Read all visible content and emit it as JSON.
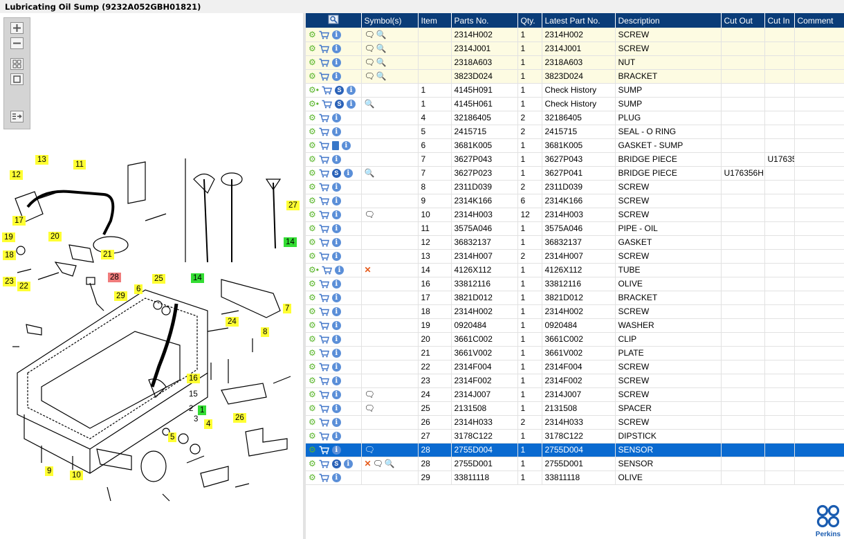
{
  "title": "Lubricating Oil Sump (9232A052GBH01821)",
  "columns": [
    "",
    "Symbol(s)",
    "Item",
    "Parts No.",
    "Qty.",
    "Latest Part No.",
    "Description",
    "Cut Out",
    "Cut In",
    "Comment"
  ],
  "rows": [
    {
      "item": "",
      "part": "2314H002",
      "qty": "1",
      "latest": "2314H002",
      "desc": "SCREW",
      "cutout": "",
      "cutin": "",
      "comment": ""
    },
    {
      "item": "",
      "part": "2314J001",
      "qty": "1",
      "latest": "2314J001",
      "desc": "SCREW",
      "cutout": "",
      "cutin": "",
      "comment": ""
    },
    {
      "item": "",
      "part": "2318A603",
      "qty": "1",
      "latest": "2318A603",
      "desc": "NUT",
      "cutout": "",
      "cutin": "",
      "comment": ""
    },
    {
      "item": "",
      "part": "3823D024",
      "qty": "1",
      "latest": "3823D024",
      "desc": "BRACKET",
      "cutout": "",
      "cutin": "",
      "comment": ""
    },
    {
      "item": "1",
      "part": "4145H091",
      "qty": "1",
      "latest": "Check History",
      "desc": "SUMP",
      "cutout": "",
      "cutin": "",
      "comment": ""
    },
    {
      "item": "1",
      "part": "4145H061",
      "qty": "1",
      "latest": "Check History",
      "desc": "SUMP",
      "cutout": "",
      "cutin": "",
      "comment": ""
    },
    {
      "item": "4",
      "part": "32186405",
      "qty": "2",
      "latest": "32186405",
      "desc": "PLUG",
      "cutout": "",
      "cutin": "",
      "comment": ""
    },
    {
      "item": "5",
      "part": "2415715",
      "qty": "2",
      "latest": "2415715",
      "desc": "SEAL - O RING",
      "cutout": "",
      "cutin": "",
      "comment": ""
    },
    {
      "item": "6",
      "part": "3681K005",
      "qty": "1",
      "latest": "3681K005",
      "desc": "GASKET - SUMP",
      "cutout": "",
      "cutin": "",
      "comment": ""
    },
    {
      "item": "7",
      "part": "3627P043",
      "qty": "1",
      "latest": "3627P043",
      "desc": "BRIDGE PIECE",
      "cutout": "",
      "cutin": "U17635",
      "comment": ""
    },
    {
      "item": "7",
      "part": "3627P023",
      "qty": "1",
      "latest": "3627P041",
      "desc": "BRIDGE PIECE",
      "cutout": "U176356H",
      "cutin": "",
      "comment": ""
    },
    {
      "item": "8",
      "part": "2311D039",
      "qty": "2",
      "latest": "2311D039",
      "desc": "SCREW",
      "cutout": "",
      "cutin": "",
      "comment": ""
    },
    {
      "item": "9",
      "part": "2314K166",
      "qty": "6",
      "latest": "2314K166",
      "desc": "SCREW",
      "cutout": "",
      "cutin": "",
      "comment": ""
    },
    {
      "item": "10",
      "part": "2314H003",
      "qty": "12",
      "latest": "2314H003",
      "desc": "SCREW",
      "cutout": "",
      "cutin": "",
      "comment": ""
    },
    {
      "item": "11",
      "part": "3575A046",
      "qty": "1",
      "latest": "3575A046",
      "desc": "PIPE - OIL",
      "cutout": "",
      "cutin": "",
      "comment": ""
    },
    {
      "item": "12",
      "part": "36832137",
      "qty": "1",
      "latest": "36832137",
      "desc": "GASKET",
      "cutout": "",
      "cutin": "",
      "comment": ""
    },
    {
      "item": "13",
      "part": "2314H007",
      "qty": "2",
      "latest": "2314H007",
      "desc": "SCREW",
      "cutout": "",
      "cutin": "",
      "comment": ""
    },
    {
      "item": "14",
      "part": "4126X112",
      "qty": "1",
      "latest": "4126X112",
      "desc": "TUBE",
      "cutout": "",
      "cutin": "",
      "comment": ""
    },
    {
      "item": "16",
      "part": "33812116",
      "qty": "1",
      "latest": "33812116",
      "desc": "OLIVE",
      "cutout": "",
      "cutin": "",
      "comment": ""
    },
    {
      "item": "17",
      "part": "3821D012",
      "qty": "1",
      "latest": "3821D012",
      "desc": "BRACKET",
      "cutout": "",
      "cutin": "",
      "comment": ""
    },
    {
      "item": "18",
      "part": "2314H002",
      "qty": "1",
      "latest": "2314H002",
      "desc": "SCREW",
      "cutout": "",
      "cutin": "",
      "comment": ""
    },
    {
      "item": "19",
      "part": "0920484",
      "qty": "1",
      "latest": "0920484",
      "desc": "WASHER",
      "cutout": "",
      "cutin": "",
      "comment": ""
    },
    {
      "item": "20",
      "part": "3661C002",
      "qty": "1",
      "latest": "3661C002",
      "desc": "CLIP",
      "cutout": "",
      "cutin": "",
      "comment": ""
    },
    {
      "item": "21",
      "part": "3661V002",
      "qty": "1",
      "latest": "3661V002",
      "desc": "PLATE",
      "cutout": "",
      "cutin": "",
      "comment": ""
    },
    {
      "item": "22",
      "part": "2314F004",
      "qty": "1",
      "latest": "2314F004",
      "desc": "SCREW",
      "cutout": "",
      "cutin": "",
      "comment": ""
    },
    {
      "item": "23",
      "part": "2314F002",
      "qty": "1",
      "latest": "2314F002",
      "desc": "SCREW",
      "cutout": "",
      "cutin": "",
      "comment": ""
    },
    {
      "item": "24",
      "part": "2314J007",
      "qty": "1",
      "latest": "2314J007",
      "desc": "SCREW",
      "cutout": "",
      "cutin": "",
      "comment": ""
    },
    {
      "item": "25",
      "part": "2131508",
      "qty": "1",
      "latest": "2131508",
      "desc": "SPACER",
      "cutout": "",
      "cutin": "",
      "comment": ""
    },
    {
      "item": "26",
      "part": "2314H033",
      "qty": "2",
      "latest": "2314H033",
      "desc": "SCREW",
      "cutout": "",
      "cutin": "",
      "comment": ""
    },
    {
      "item": "27",
      "part": "3178C122",
      "qty": "1",
      "latest": "3178C122",
      "desc": "DIPSTICK",
      "cutout": "",
      "cutin": "",
      "comment": ""
    },
    {
      "item": "28",
      "part": "2755D004",
      "qty": "1",
      "latest": "2755D004",
      "desc": "SENSOR",
      "cutout": "",
      "cutin": "",
      "comment": ""
    },
    {
      "item": "28",
      "part": "2755D001",
      "qty": "1",
      "latest": "2755D001",
      "desc": "SENSOR",
      "cutout": "",
      "cutin": "",
      "comment": ""
    },
    {
      "item": "29",
      "part": "33811118",
      "qty": "1",
      "latest": "33811118",
      "desc": "OLIVE",
      "cutout": "",
      "cutin": "",
      "comment": ""
    }
  ],
  "callouts": [
    {
      "label": "13",
      "color": "#ffff33"
    },
    {
      "label": "11",
      "color": "#ffff33"
    },
    {
      "label": "12",
      "color": "#ffff33"
    },
    {
      "label": "27",
      "color": "#ffff33"
    },
    {
      "label": "17",
      "color": "#ffff33"
    },
    {
      "label": "20",
      "color": "#ffff33"
    },
    {
      "label": "19",
      "color": "#ffff33"
    },
    {
      "label": "14",
      "color": "#33dd33"
    },
    {
      "label": "18",
      "color": "#ffff33"
    },
    {
      "label": "21",
      "color": "#ffff33"
    },
    {
      "label": "23",
      "color": "#ffff33"
    },
    {
      "label": "22",
      "color": "#ffff33"
    },
    {
      "label": "28",
      "color": "#f07c7c"
    },
    {
      "label": "25",
      "color": "#ffff33"
    },
    {
      "label": "14",
      "color": "#33dd33"
    },
    {
      "label": "6",
      "color": "#ffff33"
    },
    {
      "label": "29",
      "color": "#ffff33"
    },
    {
      "label": "7",
      "color": "#ffff33"
    },
    {
      "label": "24",
      "color": "#ffff33"
    },
    {
      "label": "8",
      "color": "#ffff33"
    },
    {
      "label": "16",
      "color": "#ffff33"
    },
    {
      "label": "15",
      "color": ""
    },
    {
      "label": "2",
      "color": ""
    },
    {
      "label": "1",
      "color": "#33dd33"
    },
    {
      "label": "3",
      "color": ""
    },
    {
      "label": "26",
      "color": "#ffff33"
    },
    {
      "label": "4",
      "color": "#ffff33"
    },
    {
      "label": "5",
      "color": "#ffff33"
    },
    {
      "label": "9",
      "color": "#ffff33"
    },
    {
      "label": "10",
      "color": "#ffff33"
    }
  ],
  "brand": {
    "name": "Perkins",
    "color": "#1a5cb0"
  },
  "colors": {
    "header": "#0a3c78",
    "selected": "#0a6ad0",
    "highlight": "#fdfbe2"
  }
}
